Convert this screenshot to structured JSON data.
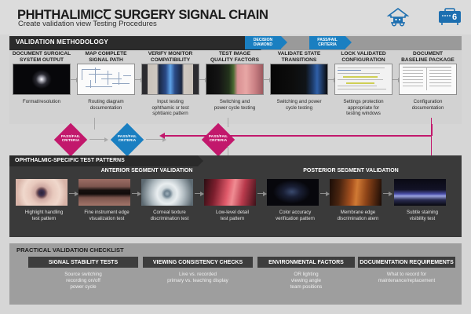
{
  "header": {
    "title": "PHHTHALIMICꞆ SURGERY SIGNAL CHAIN",
    "subtitle": "Create validation view Testing Procedures",
    "icons": [
      {
        "name": "clinic-house-icon",
        "badge": ""
      },
      {
        "name": "equipment-case-icon",
        "badge": "6"
      }
    ],
    "accent_blue": "#1a7fc1",
    "accent_pink": "#c2186c"
  },
  "band_methodology": {
    "label": "VALIDATION METHODOLOGY",
    "tags": [
      {
        "line1": "DECISION",
        "line2": "DIAMOND"
      },
      {
        "line1": "PASS/FAIL",
        "line2": "CRITERIA"
      }
    ]
  },
  "workflow": {
    "steps": [
      {
        "header_l1": "DOCUMENT SURGICAL",
        "header_l2": "SYSTEM OUTPUT",
        "caption": "Format/resolution",
        "thumb": "glow-test-frame"
      },
      {
        "header_l1": "MAP COMPLETE",
        "header_l2": "SIGNAL PATH",
        "caption": "Routing diagram\ndocumentation",
        "thumb": "routing-diagram"
      },
      {
        "header_l1": "VERIFY MONITOR",
        "header_l2": "COMPATIBILITY",
        "caption": "Input testing\nophthamic sr test\nsphtlanic pattern",
        "thumb": "monitor-photo"
      },
      {
        "header_l1": "TEST IMAGE",
        "header_l2": "QUALITY FACTORS",
        "caption": "Switching and\npower cycle testing",
        "thumb": "quality-split-photo"
      },
      {
        "header_l1": "VALIDATE STATE",
        "header_l2": "TRANSITIONS",
        "caption": "Switching and power\ncycle testing",
        "thumb": "state-transition-photo"
      },
      {
        "header_l1": "LOCK VALIDATED",
        "header_l2": "CONFIGURATION",
        "caption": "Settings protection\nappropriate for\ntesting windows",
        "thumb": "settings-document"
      },
      {
        "header_l1": "DOCUMENT",
        "header_l2": "BASELINE PACKAGE",
        "caption": "Configuration\ndocumentation",
        "thumb": "baseline-document"
      }
    ]
  },
  "criteria_diamonds": [
    {
      "line1": "PASS/FAIL",
      "line2": "CRITERIA",
      "color": "#c2186c"
    },
    {
      "line1": "PASS/FAIL",
      "line2": "CRITERIA",
      "color": "#1a7fc1"
    },
    {
      "line1": "PASS/FAIL",
      "line2": "CRITERIA",
      "color": "#c2186c"
    }
  ],
  "band_patterns": {
    "label": "OPHTHALMIC-SPECIFIC TEST PATTERNS",
    "segments": [
      {
        "label": "ANTERIOR SEGMENT VALIDATION"
      },
      {
        "label": "POSTERIOR SEGMENT VALIDATION"
      }
    ],
    "items": [
      {
        "caption": "Highlight handling\ntest pattern",
        "thumb": "eye-highlight"
      },
      {
        "caption": "Fine instrument edge\nvisualization test",
        "thumb": "instrument-edge"
      },
      {
        "caption": "Corneal texture\ndiscrimination test",
        "thumb": "corneal-texture"
      },
      {
        "caption": "Low-level detail\ntest pattern",
        "thumb": "low-level-detail"
      },
      {
        "caption": "Color accuracy\nverification pattern",
        "thumb": "color-accuracy"
      },
      {
        "caption": "Membrane edge\ndiscrimination atern",
        "thumb": "membrane-edge"
      },
      {
        "caption": "Subtle staining\nvisibility test",
        "thumb": "subtle-staining"
      }
    ]
  },
  "checklist": {
    "title": "PRACTICAL VALIDATION CHECKLIST",
    "columns": [
      {
        "chip": "SIGNAL STABILITY TESTS",
        "caption": "Source switching\nrecording on/off\npower cycle"
      },
      {
        "chip": "VIEWING CONSISTENCY CHECKS",
        "caption": "Live vs. recorded\nprimary vs. teaching display"
      },
      {
        "chip": "ENVIRONMENTAL FACTORS",
        "caption": "OR lighting\nviewing angle\nteam positions"
      },
      {
        "chip": "DOCUMENTATION REQUIREMENTS",
        "caption": "What to record for\nmaintenance/replacement"
      }
    ]
  }
}
